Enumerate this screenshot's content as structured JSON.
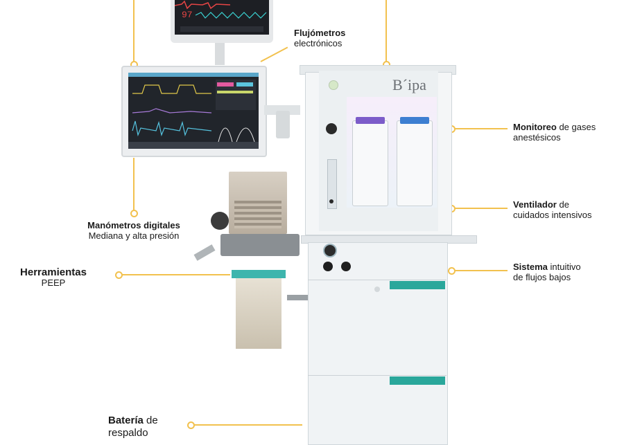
{
  "brand": {
    "logo_text": "B´ipa"
  },
  "labels": {
    "flujometros_title": "Flujómetros",
    "flujometros_sub": "electrónicos",
    "monitoreo_bold": "Monitoreo",
    "monitoreo_rest": " de gases",
    "monitoreo_line2": "anestésicos",
    "ventilador_bold": "Ventilador",
    "ventilador_rest": " de",
    "ventilador_line2": "cuidados intensivos",
    "manometros_bold": "Manómetros digitales",
    "manometros_line2": "Mediana y alta presión",
    "herramientas_bold": "Herramientas",
    "herramientas_line2": "PEEP",
    "sistema_bold": "Sistema",
    "sistema_rest": " intuitivo",
    "sistema_line2": "de flujos bajos",
    "bateria_bold": "Batería",
    "bateria_rest": " de",
    "bateria_line2": "respaldo"
  },
  "monitor": {
    "spo2_value": "97"
  },
  "colors": {
    "leader": "#f2c14e",
    "accent": "#2aa79b"
  }
}
